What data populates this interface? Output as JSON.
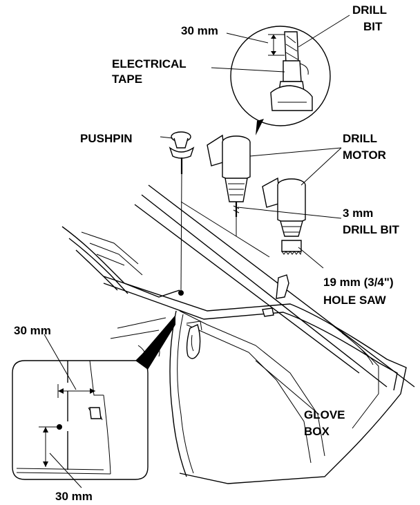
{
  "labels": {
    "dim_top": "30 mm",
    "drill_bit_1": "DRILL",
    "drill_bit_2": "BIT",
    "tape_1": "ELECTRICAL",
    "tape_2": "TAPE",
    "pushpin": "PUSHPIN",
    "motor_1": "DRILL",
    "motor_2": "MOTOR",
    "small_bit_1": "3 mm",
    "small_bit_2": "DRILL BIT",
    "hole_saw_1": "19 mm (3/4\")",
    "hole_saw_2": "HOLE SAW",
    "dim_left": "30 mm",
    "glove_1": "GLOVE",
    "glove_2": "BOX",
    "dim_bottom": "30 mm"
  },
  "icons": [
    "pushpin-icon",
    "drill-motor-icon",
    "hole-saw-icon",
    "drill-bit-icon",
    "electrical-tape-icon",
    "glove-box-icon"
  ]
}
